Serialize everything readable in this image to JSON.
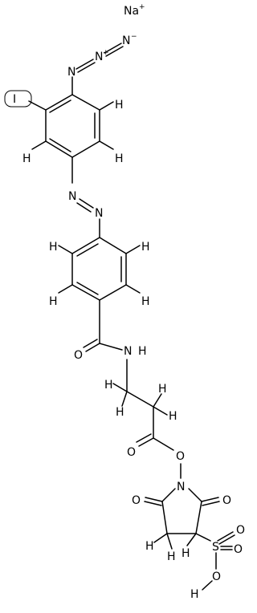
{
  "molecule": {
    "counter_ion": {
      "symbol": "Na",
      "charge": "+"
    },
    "azide": {
      "n1": "N",
      "n2": "N",
      "n2_charge": "+",
      "n3": "N",
      "n3_charge": "−"
    },
    "iodine_label": "I",
    "azo": {
      "n1": "N",
      "n2": "N"
    },
    "amide": {
      "o": "O",
      "nh": "N",
      "h": "H"
    },
    "ester": {
      "o_carbonyl": "O",
      "o_link": "O"
    },
    "succinimide": {
      "n": "N",
      "o_left": "O",
      "o_right": "O"
    },
    "sulfo": {
      "s": "S",
      "o_top": "O",
      "o_side": "O",
      "o_h": "O",
      "h": "H"
    },
    "hydrogen": "H"
  }
}
